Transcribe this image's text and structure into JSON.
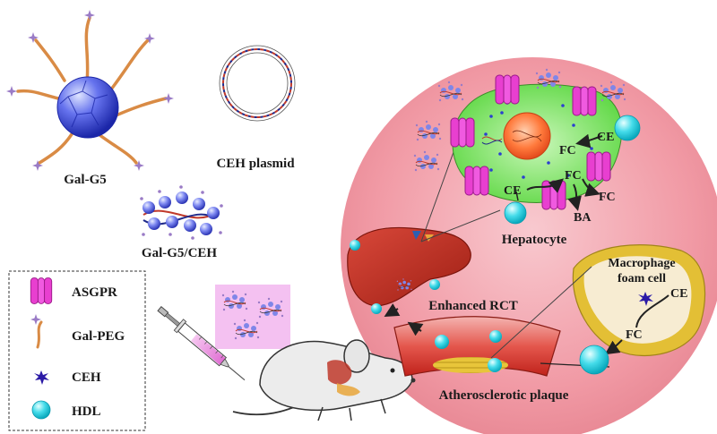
{
  "labels": {
    "gal_g5": "Gal-G5",
    "ceh_plasmid": "CEH plasmid",
    "gal_g5_ceh": "Gal-G5/CEH",
    "hepatocyte": "Hepatocyte",
    "enhanced_rct": "Enhanced RCT",
    "macrophage_line1": "Macrophage",
    "macrophage_line2": "foam cell",
    "plaque": "Atherosclerotic plaque",
    "ce_hep_right": "CE",
    "fc_hep_right": "FC",
    "ce_hep_left": "CE",
    "fc_hep_mid": "FC",
    "fc_hep_out": "FC",
    "ba": "BA",
    "ce_mac": "CE",
    "fc_mac": "FC"
  },
  "legend": {
    "items": [
      {
        "icon": "asgpr-receptor-icon",
        "label": "ASGPR"
      },
      {
        "icon": "gal-peg-icon",
        "label": "Gal-PEG"
      },
      {
        "icon": "ceh-enzyme-icon",
        "label": "CEH"
      },
      {
        "icon": "hdl-particle-icon",
        "label": "HDL"
      }
    ]
  },
  "colors": {
    "cell_bg": "#f0a9b2",
    "hepatocyte": "#7be060",
    "asgpr": "#e83fd0",
    "hdl": "#35d6e6",
    "liver": "#c0392b",
    "foam_cell": "#f6e7c8",
    "plaque": "#e0c02a",
    "dendrimer": "#3b48d8"
  }
}
